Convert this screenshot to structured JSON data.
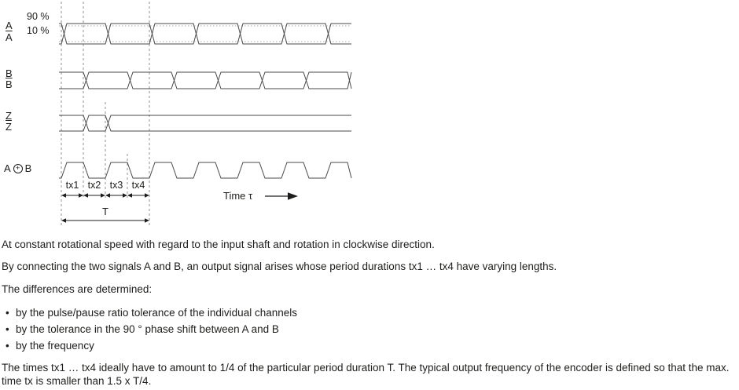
{
  "diagram": {
    "rows": {
      "a": {
        "label": "A",
        "bar": "A"
      },
      "b": {
        "label": "B",
        "bar": "B"
      },
      "z": {
        "label": "Z",
        "bar": "Z"
      }
    },
    "xor": {
      "a": "A",
      "plus": "+",
      "b": "B"
    },
    "levels": {
      "high": "90 %",
      "low": "10 %"
    },
    "tx_labels": [
      "tx1",
      "tx2",
      "tx3",
      "tx4"
    ],
    "period_label": "T",
    "time_label": "Time τ"
  },
  "colors": {
    "wave": "#4a4a4a",
    "guide": "#909090",
    "ink": "#1d1d1b"
  },
  "text": {
    "p1": "At constant rotational speed with regard to the input shaft and rotation in clockwise direction.",
    "p2": "By connecting the two signals A and B, an output signal arises whose period durations tx1 … tx4 have varying lengths.",
    "p3": "The differences are determined:",
    "bullets": [
      "by the pulse/pause ratio tolerance of the individual channels",
      "by the tolerance in the 90 ° phase shift between A and B",
      "by the frequency"
    ],
    "p4": "The times tx1 … tx4 ideally have to amount to 1/4 of the particular period duration T. The typical output frequency of the encoder is defined so that the max. time tx is smaller than 1.5 x T/4."
  }
}
